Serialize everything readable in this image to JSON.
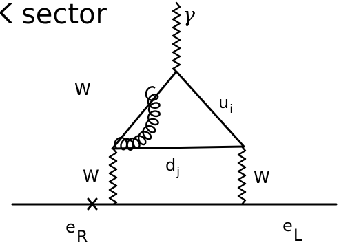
{
  "heading": {
    "fragment": "K sector"
  },
  "particles": {
    "photon": "γ",
    "w_loop": "W",
    "w_left": "W",
    "w_right": "W",
    "u_base": "u",
    "u_sub": "i",
    "d_base": "d",
    "d_sub": "j",
    "e_right_base": "e",
    "e_right_sub": "R",
    "e_left_base": "e",
    "e_left_sub": "L"
  }
}
